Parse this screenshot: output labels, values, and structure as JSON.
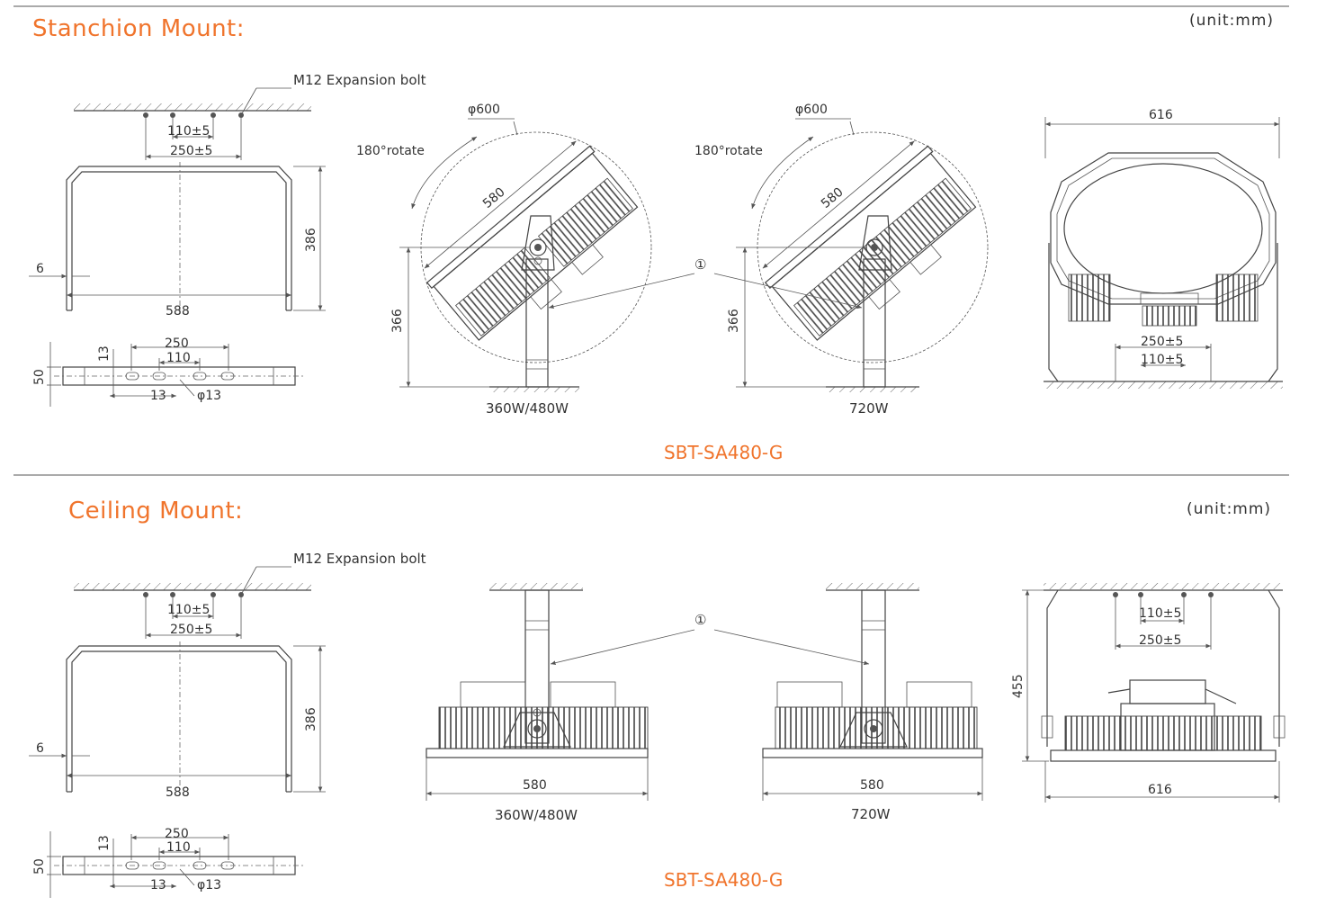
{
  "sections": [
    {
      "title": "Stanchion Mount:",
      "unit": "(unit:mm)",
      "model": "SBT-SA480-G",
      "bracket": {
        "bolt_label": "M12 Expansion bolt",
        "d_110": "110±5",
        "d_250": "250±5",
        "height": "386",
        "thickness": "6",
        "width": "588"
      },
      "plate": {
        "d_250": "250",
        "d_110": "110",
        "d_13a": "13",
        "d_13b": "13",
        "hole": "φ13",
        "height": "50"
      },
      "view_a": {
        "diameter": "φ600",
        "rotate": "180°rotate",
        "length": "580",
        "height": "366",
        "caption": "360W/480W"
      },
      "view_b": {
        "diameter": "φ600",
        "rotate": "180°rotate",
        "length": "580",
        "height": "366",
        "caption": "720W"
      },
      "marker": "①",
      "front": {
        "width": "616",
        "d_250": "250±5",
        "d_110": "110±5"
      }
    },
    {
      "title": "Ceiling Mount:",
      "unit": "(unit:mm)",
      "model": "SBT-SA480-G",
      "bracket": {
        "bolt_label": "M12 Expansion bolt",
        "d_110": "110±5",
        "d_250": "250±5",
        "height": "386",
        "thickness": "6",
        "width": "588"
      },
      "plate": {
        "d_250": "250",
        "d_110": "110",
        "d_13a": "13",
        "d_13b": "13",
        "hole": "φ13",
        "height": "50"
      },
      "view_a": {
        "length": "580",
        "caption": "360W/480W"
      },
      "view_b": {
        "length": "580",
        "caption": "720W"
      },
      "marker": "①",
      "front": {
        "height": "455",
        "d_110": "110±5",
        "d_250": "250±5",
        "width": "616"
      }
    }
  ]
}
